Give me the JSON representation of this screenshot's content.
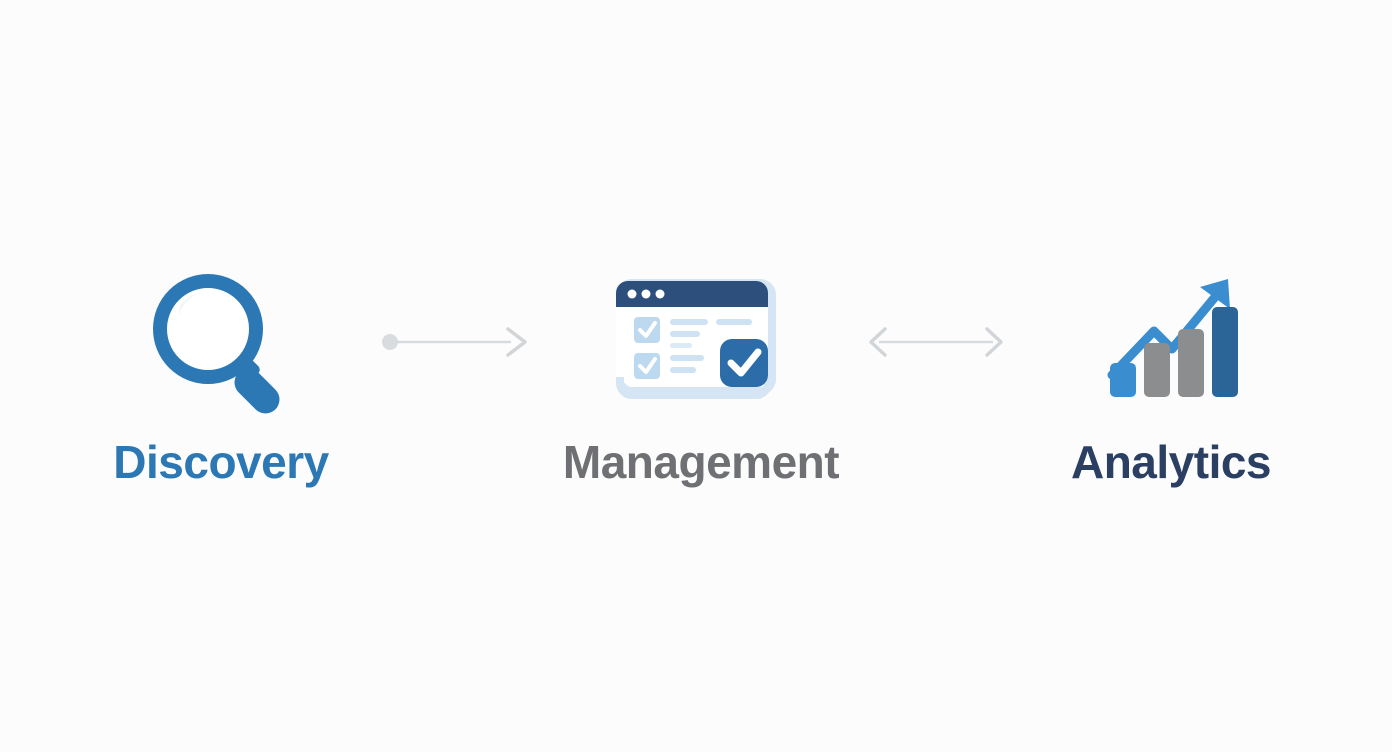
{
  "diagram": {
    "type": "process-flow",
    "background_color": "#fcfcfd",
    "orientation": "horizontal",
    "stages": [
      {
        "id": "discovery",
        "label": "Discovery",
        "label_color": "#2b78b4",
        "icon": "magnifying-glass-icon",
        "icon_colors": {
          "primary": "#2b78b4",
          "lens": "#ffffff",
          "highlight": "#f2f5f8"
        }
      },
      {
        "id": "management",
        "label": "Management",
        "label_color": "#6e7073",
        "icon": "checklist-window-icon",
        "icon_colors": {
          "titlebar": "#2d4f7c",
          "frame": "#d4e4f2",
          "panel": "#ffffff",
          "checkbox": "#bcd9ef",
          "checkmark": "#ffffff",
          "text_line": "#cfe2f3",
          "badge": "#2c6ca8",
          "badge_check": "#ffffff"
        },
        "window_dots": 3,
        "checklist_items": 2
      },
      {
        "id": "analytics",
        "label": "Analytics",
        "label_color": "#2b3f63",
        "icon": "bar-chart-growth-icon",
        "icon_colors": {
          "bar_1": "#3a8ed0",
          "bar_2": "#8b8d8f",
          "bar_3": "#8b8d8f",
          "bar_4": "#2b6496",
          "arrow": "#3a8ed0"
        },
        "bars": 4
      }
    ],
    "connectors": [
      {
        "id": "discovery-to-management",
        "from": "discovery",
        "to": "management",
        "direction": "forward",
        "start_marker": "dot",
        "end_marker": "chevron",
        "color": "#d8dbdd"
      },
      {
        "id": "management-to-analytics",
        "from": "management",
        "to": "analytics",
        "direction": "bidirectional",
        "start_marker": "chevron",
        "end_marker": "chevron",
        "color": "#d8dbdd"
      }
    ]
  }
}
